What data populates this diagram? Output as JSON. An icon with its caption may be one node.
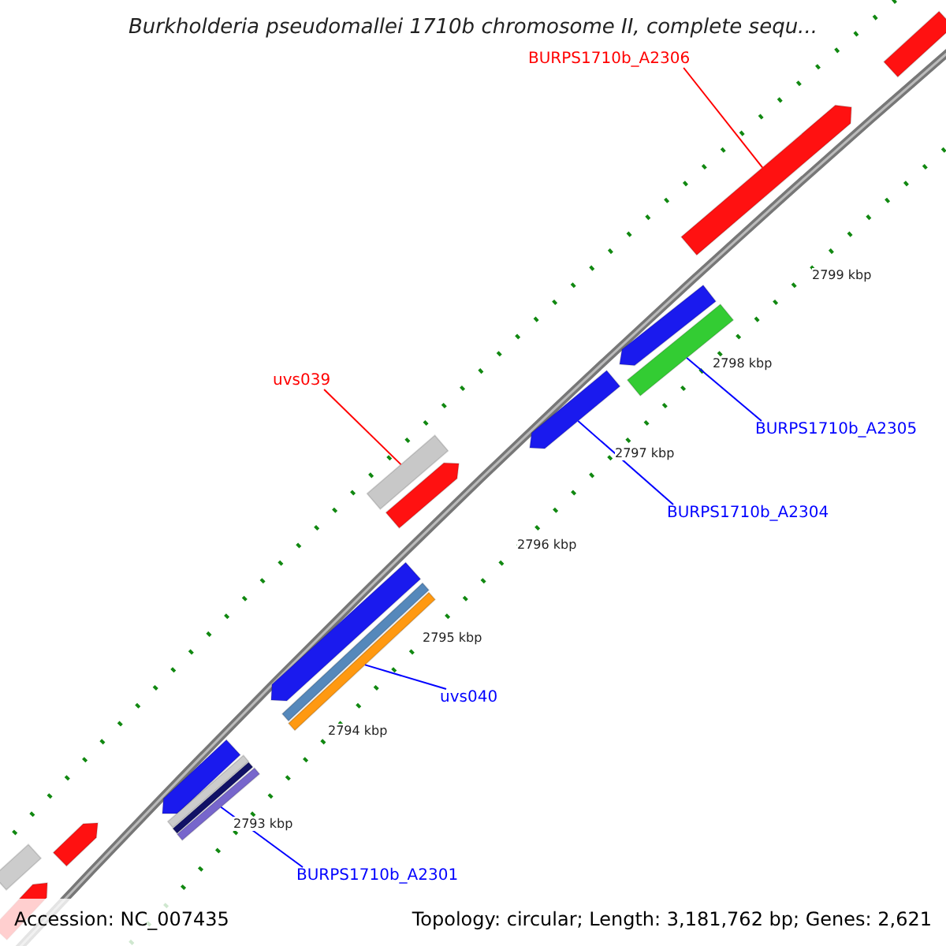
{
  "diagram": {
    "title": "Burkholderia pseudomallei 1710b chromosome II, complete sequ...",
    "nodes": [
      {
        "text": [
          "BURPS1710b_A2306"
        ]
      },
      {
        "text": [],
        "shape": "bar"
      },
      {
        "text": [
          "uvs039"
        ]
      },
      {
        "text": [],
        "shape": "bar"
      },
      {
        "text": [
          "BURPS1710b_A2305"
        ]
      },
      {
        "text": [],
        "shape": "bar"
      },
      {
        "text": [
          "BURPS1710b_A2304"
        ]
      },
      {
        "text": [],
        "shape": "bar"
      },
      {
        "text": [
          "uvs040"
        ]
      },
      {
        "text": [],
        "shape": "bar"
      },
      {
        "text": [
          "BURPS1710b_A2301"
        ]
      },
      {
        "text": [],
        "shape": "bar"
      }
    ],
    "edges": [
      {
        "from": 0,
        "to": 1,
        "arrow": "none",
        "color": "#ff0000"
      },
      {
        "from": 2,
        "to": 3,
        "arrow": "none",
        "color": "#ff0000"
      },
      {
        "from": 4,
        "to": 5,
        "arrow": "none"
      },
      {
        "from": 6,
        "to": 7,
        "arrow": "none"
      },
      {
        "from": 8,
        "to": 9,
        "arrow": "none"
      },
      {
        "from": 10,
        "to": 11,
        "arrow": "none"
      }
    ],
    "labels": [
      "2799 kbp",
      "2798 kbp",
      "2797 kbp",
      "2796 kbp",
      "2795 kbp",
      "2794 kbp",
      "2793 kbp",
      "Accession: NC_007435",
      "Topology: circular; Length: 3,181,762 bp; Genes: 2,621"
    ]
  }
}
